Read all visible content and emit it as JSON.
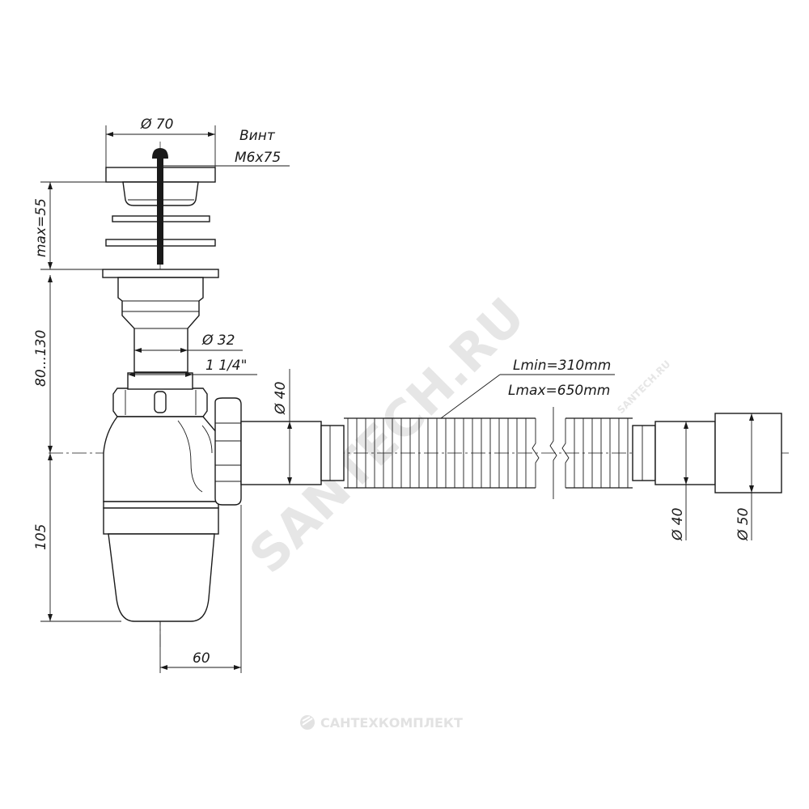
{
  "dimensions": {
    "top_diameter": "Ø 70",
    "screw_label": "Винт",
    "screw_size": "M6x75",
    "height_max": "max=55",
    "height_range": "80...130",
    "pipe_diameter": "Ø 32",
    "thread": "1 1/4\"",
    "outlet_diameter": "Ø 40",
    "length_min": "Lmin=310mm",
    "length_max": "Lmax=650mm",
    "bottom_height": "105",
    "offset": "60",
    "end_diameter_small": "Ø 40",
    "end_diameter_large": "Ø 50"
  },
  "watermarks": {
    "diagonal": "SANTECH.RU",
    "corner": "SANTECH.RU",
    "bottom": "САНТЕХКОМПЛЕКТ"
  },
  "icons": {
    "brand_logo": "santechkomplekt-logo-icon"
  }
}
